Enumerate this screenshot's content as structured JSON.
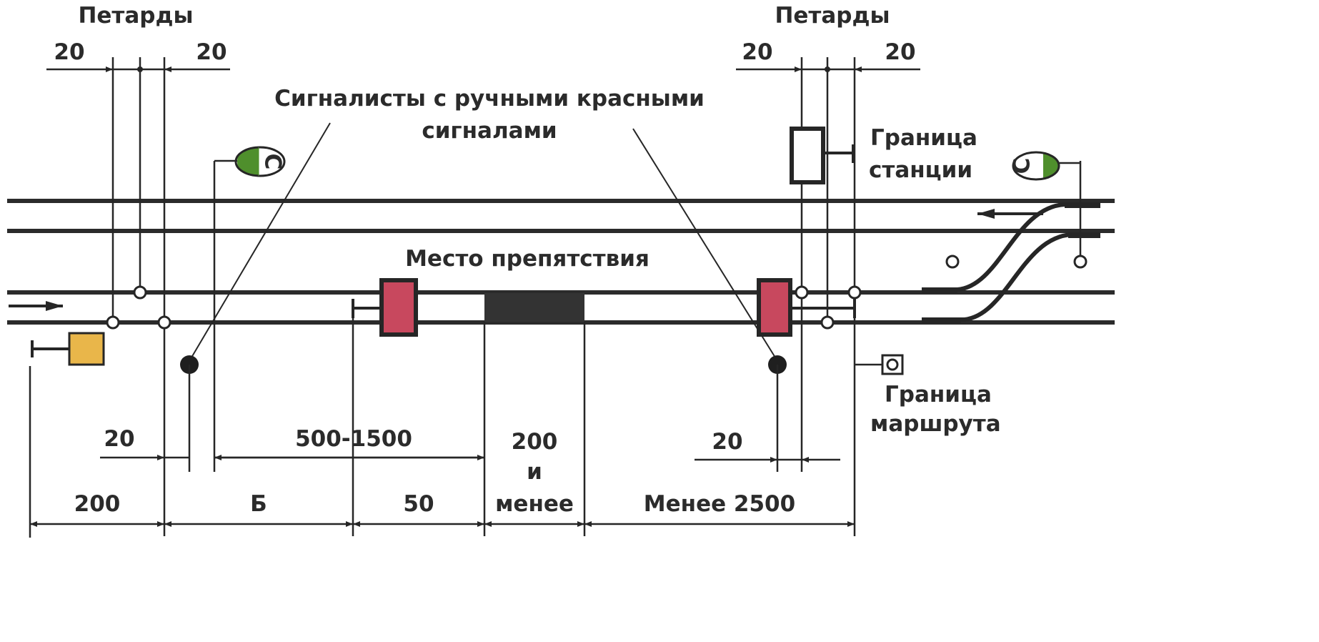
{
  "labels": {
    "petards_left": "Петарды",
    "petards_right": "Петарды",
    "signalmen_line1": "Сигналисты с ручными красными",
    "signalmen_line2": "сигналами",
    "obstacle": "Место препятствия",
    "station_boundary_line1": "Граница",
    "station_boundary_line2": "станции",
    "route_boundary_line1": "Граница",
    "route_boundary_line2": "маршрута",
    "signal_letter": "С"
  },
  "dimensions": {
    "top_left_a": "20",
    "top_left_b": "20",
    "top_right_a": "20",
    "top_right_b": "20",
    "mid_left_20": "20",
    "mid_range": "500-1500",
    "mid_right_20": "20",
    "bottom_200": "200",
    "bottom_b": "Б",
    "bottom_50": "50",
    "bottom_obstacle_1": "200",
    "bottom_obstacle_2": "и",
    "bottom_obstacle_3": "менее",
    "bottom_less_2500": "Менее 2500"
  },
  "colors": {
    "signal_green": "#4f8f2c",
    "stop_red": "#c8485e",
    "warning_yellow": "#e9b64a",
    "obstacle": "#333333"
  }
}
